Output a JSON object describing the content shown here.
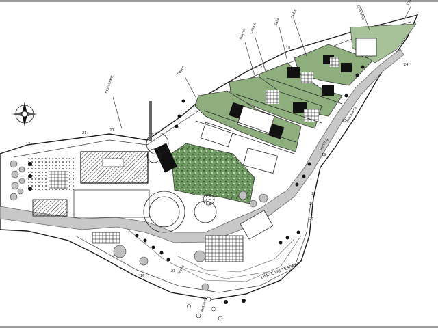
{
  "labels": {
    "limite": "LIMITE DU TERRAIN",
    "restaurant": "Restaurant",
    "foyer": "Foyer",
    "dortoir": "Dortoir",
    "cabine": "Cabine",
    "salle": "Salle",
    "cadre": "Cadre",
    "chambre": "Chambre",
    "logement": "Logement",
    "parking": "Parking",
    "pharmacie": "Pharmacie",
    "acces": "Accès",
    "vestiaire": "Vestiaire"
  },
  "spot_heights": [
    "12",
    "21",
    "20",
    "25",
    "22",
    "24",
    "19",
    "23",
    "18",
    "27",
    "28",
    "16",
    "29"
  ],
  "colors": {
    "green": "#8fae7e",
    "green_dark": "#6f9a61",
    "road": "#c8c8c8",
    "building": "#111111",
    "line": "#1a1a1a"
  },
  "icons": {
    "north_arrow": "compass-rose-icon"
  }
}
